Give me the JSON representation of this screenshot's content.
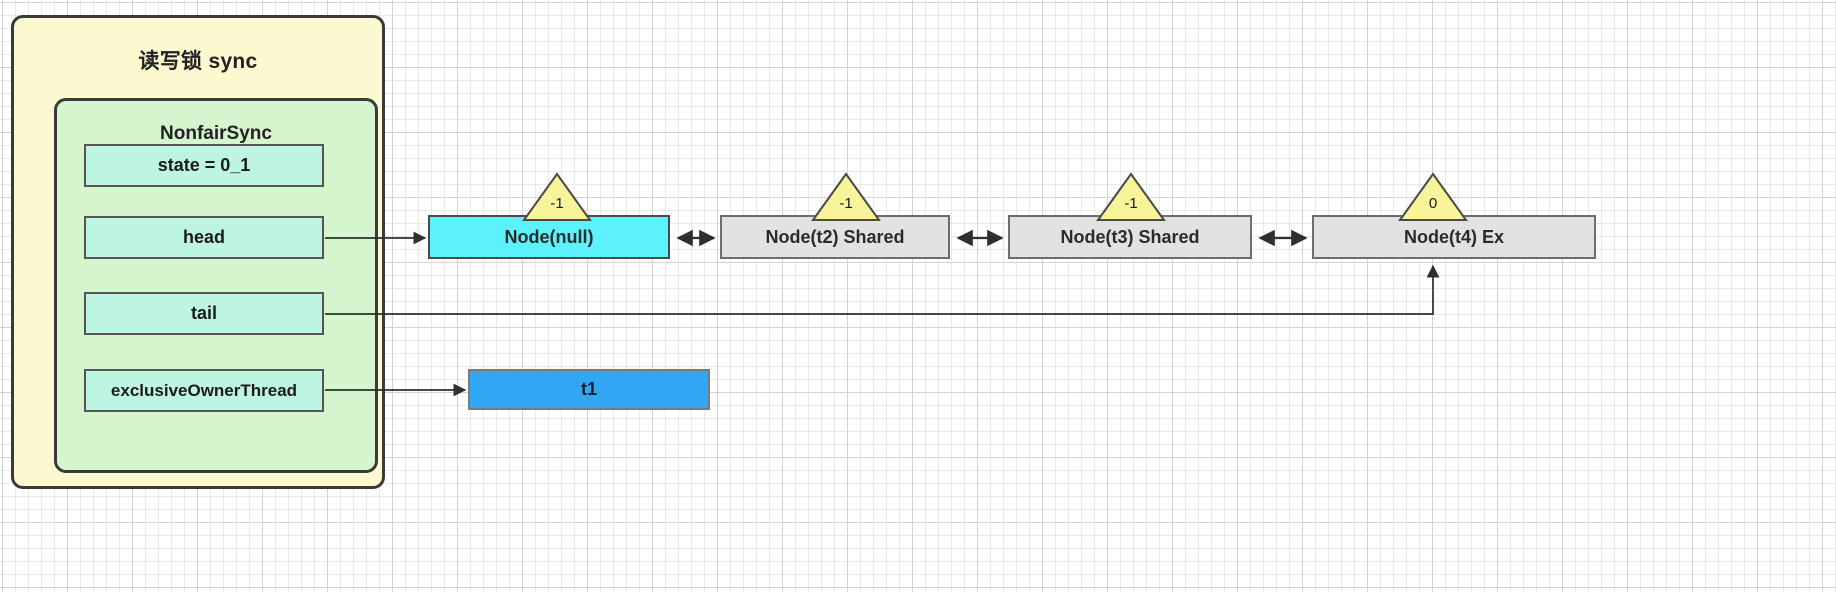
{
  "diagram": {
    "title": "读写锁 sync",
    "outer_fill": "#fcf9d0",
    "inner_fill": "#d5f5cf",
    "field_fill": "#bdf5e2",
    "head_node_fill": "#5cf2fb",
    "node_fill": "#e2e2e2",
    "thread_fill": "#31a6f2",
    "triangle_fill": "#f7f49a"
  },
  "sync": {
    "title": "读写锁 sync",
    "inner": {
      "title": "NonfairSync",
      "fields": [
        {
          "label": "state = 0_1",
          "name": "state"
        },
        {
          "label": "head",
          "name": "head"
        },
        {
          "label": "tail",
          "name": "tail"
        },
        {
          "label": "exclusiveOwnerThread",
          "name": "exclusiveOwnerThread"
        }
      ]
    }
  },
  "queue": {
    "nodes": [
      {
        "label": "Node(null)",
        "wait_status": "-1",
        "kind": "head"
      },
      {
        "label": "Node(t2) Shared",
        "wait_status": "-1",
        "kind": "shared"
      },
      {
        "label": "Node(t3) Shared",
        "wait_status": "-1",
        "kind": "shared"
      },
      {
        "label": "Node(t4) Ex",
        "wait_status": "0",
        "kind": "exclusive"
      }
    ]
  },
  "threads": {
    "owner": "t1"
  }
}
